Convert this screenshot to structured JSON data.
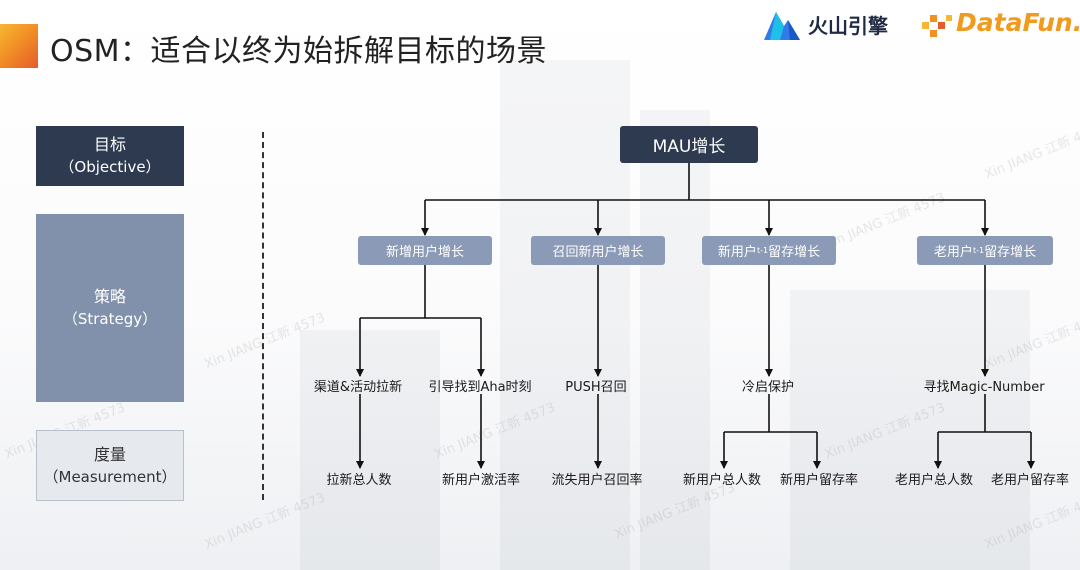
{
  "header": {
    "title": "OSM：适合以终为始拆解目标的场景",
    "logo_volcano": "火山引擎",
    "logo_datafun": "DataFun."
  },
  "legend": {
    "objective": {
      "label": "目标",
      "en": "（Objective）"
    },
    "strategy": {
      "label": "策略",
      "en": "（Strategy）"
    },
    "measurement": {
      "label": "度量",
      "en": "（Measurement）"
    }
  },
  "goal": "MAU增长",
  "strategies": [
    {
      "label": "新增用户增长"
    },
    {
      "label": "召回新用户增长"
    },
    {
      "label_pre": "新用户",
      "label_sub": "t-1",
      "label_post": "留存增长"
    },
    {
      "label_pre": "老用户",
      "label_sub": "t-1",
      "label_post": "留存增长"
    }
  ],
  "tactics": [
    "渠道&活动拉新",
    "引导找到Aha时刻",
    "PUSH召回",
    "冷启保护",
    "寻找Magic-Number"
  ],
  "metrics": [
    "拉新总人数",
    "新用户激活率",
    "流失用户召回率",
    "新用户总人数",
    "新用户留存率",
    "老用户总人数",
    "老用户留存率"
  ],
  "watermark": "Xin JIANG 江新 4573",
  "colors": {
    "dark_navy": "#2e3a4f",
    "strategy_blue": "#8b9ab6",
    "accent_orange": "#f29025",
    "datafun_orange": "#f09a1e"
  }
}
